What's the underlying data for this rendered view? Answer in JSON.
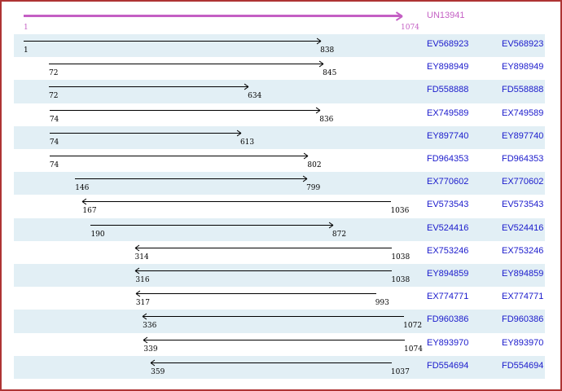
{
  "colors": {
    "border": "#AE3434",
    "stripe": "#E2EFF5",
    "accession": "#1A1ACC",
    "reference": "#C45FC4",
    "arrow": "#000000"
  },
  "reference": {
    "name": "UN13941",
    "start": 1,
    "end": 1074,
    "start_label": "1",
    "end_label": "1074",
    "direction": "right"
  },
  "rows": [
    {
      "accession": "EV568923",
      "start": 1,
      "end": 838,
      "direction": "right"
    },
    {
      "accession": "EY898949",
      "start": 72,
      "end": 845,
      "direction": "right"
    },
    {
      "accession": "FD558888",
      "start": 72,
      "end": 634,
      "direction": "right"
    },
    {
      "accession": "EX749589",
      "start": 74,
      "end": 836,
      "direction": "right"
    },
    {
      "accession": "EY897740",
      "start": 74,
      "end": 613,
      "direction": "right"
    },
    {
      "accession": "FD964353",
      "start": 74,
      "end": 802,
      "direction": "right"
    },
    {
      "accession": "EX770602",
      "start": 146,
      "end": 799,
      "direction": "right"
    },
    {
      "accession": "EV573543",
      "start": 167,
      "end": 1036,
      "direction": "left"
    },
    {
      "accession": "EV524416",
      "start": 190,
      "end": 872,
      "direction": "right"
    },
    {
      "accession": "EX753246",
      "start": 314,
      "end": 1038,
      "direction": "left"
    },
    {
      "accession": "EY894859",
      "start": 316,
      "end": 1038,
      "direction": "left"
    },
    {
      "accession": "EX774771",
      "start": 317,
      "end": 993,
      "direction": "left"
    },
    {
      "accession": "FD960386",
      "start": 336,
      "end": 1072,
      "direction": "left"
    },
    {
      "accession": "EY893970",
      "start": 339,
      "end": 1074,
      "direction": "left"
    },
    {
      "accession": "FD554694",
      "start": 359,
      "end": 1037,
      "direction": "left"
    }
  ]
}
